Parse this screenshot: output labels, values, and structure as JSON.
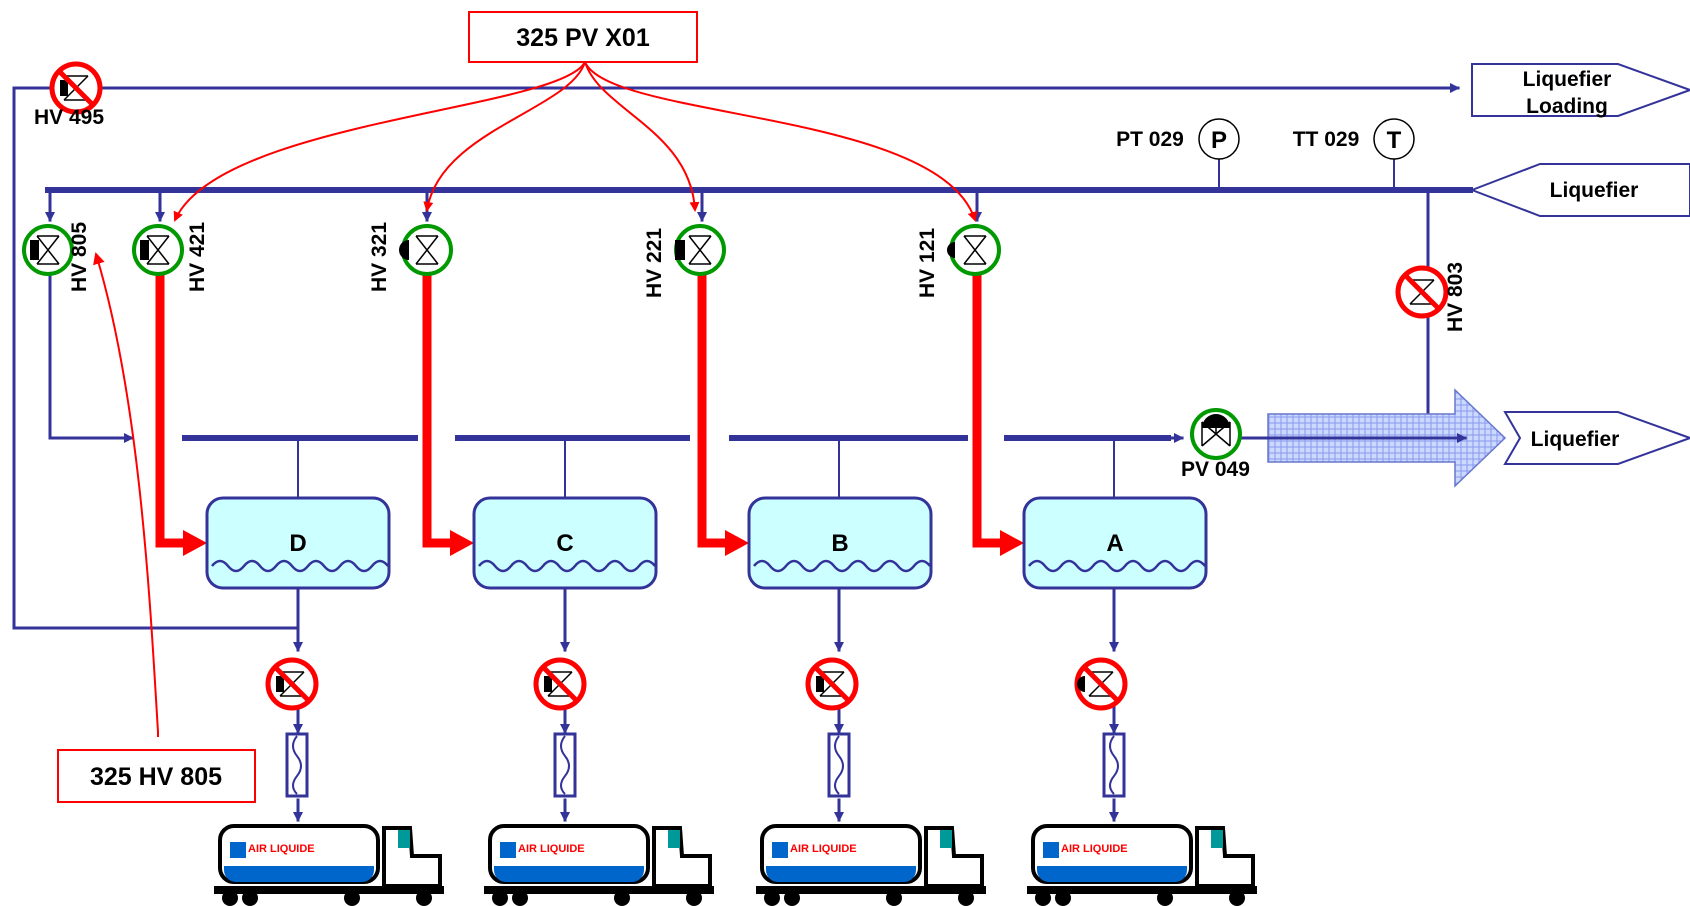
{
  "labels": {
    "pv_x01": "325 PV X01",
    "hv_805_box": "325 HV 805",
    "liquefier_loading_line1": "Liquefier",
    "liquefier_loading_line2": "Loading",
    "liquefier_supply": "Liquefier",
    "liquefier_return": "Liquefier",
    "pt_029": "PT 029",
    "pt_symbol": "P",
    "tt_029": "TT 029",
    "tt_symbol": "T",
    "hv_495": "HV 495",
    "hv_805": "HV 805",
    "hv_421": "HV 421",
    "hv_321": "HV 321",
    "hv_221": "HV 221",
    "hv_121": "HV 121",
    "hv_803": "HV 803",
    "pv_049": "PV 049"
  },
  "tanks": [
    {
      "id": "D"
    },
    {
      "id": "C"
    },
    {
      "id": "B"
    },
    {
      "id": "A"
    }
  ],
  "truck_logo_text": "AIR LIQUIDE",
  "colors": {
    "pipe": "#333399",
    "hot_line": "#ff0000",
    "tank_fill": "#ccffff",
    "valve_open": "#009900",
    "valve_closed": "#ff0000",
    "truck_blue": "#0066cc"
  }
}
